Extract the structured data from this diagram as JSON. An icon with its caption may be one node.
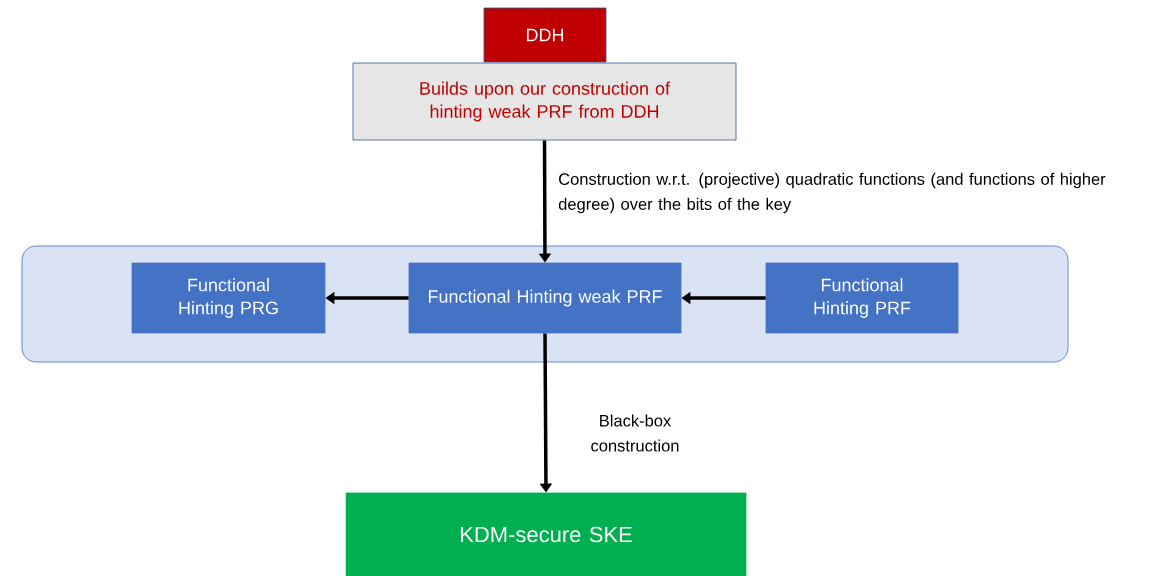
{
  "diagram": {
    "nodes": [
      {
        "text": [
          "DDH"
        ]
      },
      {
        "text": [
          "Builds upon our construction of hinting weak PRF from DDH"
        ]
      },
      {
        "text": [],
        "shape": "box"
      },
      {
        "text": [
          "Functional Hinting PRG"
        ],
        "in": 2
      },
      {
        "text": [
          "Functional Hinting weak PRF"
        ],
        "in": 2
      },
      {
        "text": [
          "Functional Hinting PRF"
        ],
        "in": 2
      },
      {
        "text": [
          "KDM-secure SKE"
        ]
      }
    ],
    "edges": [
      {
        "from": 1,
        "to": 4,
        "arrow": "to",
        "label": "Construction w.r.t. (projective) quadratic functions (and functions of higher degree) over the bits of the key"
      },
      {
        "from": 4,
        "to": 3,
        "arrow": "to"
      },
      {
        "from": 5,
        "to": 4,
        "arrow": "to"
      },
      {
        "from": 4,
        "to": 6,
        "arrow": "to",
        "label": "Black-box construction"
      }
    ]
  }
}
